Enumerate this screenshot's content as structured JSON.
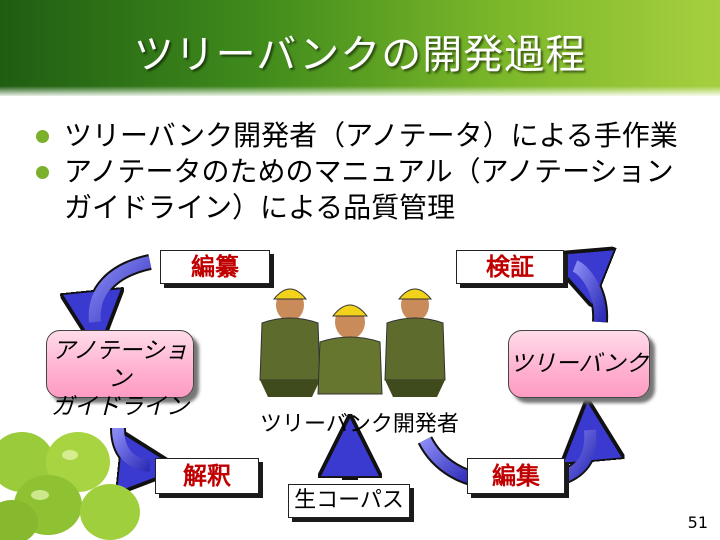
{
  "title": "ツリーバンクの開発過程",
  "bullets": [
    "ツリーバンク開発者（アノテータ）による手作業",
    "アノテータのためのマニュアル（アノテーション",
    "ガイドライン）による品質管理"
  ],
  "diagram": {
    "edit_top": "編纂",
    "verify": "検証",
    "guideline": [
      "アノテーション",
      "ガイドライン"
    ],
    "treebank": "ツリーバンク",
    "developers": "ツリーバンク開発者",
    "interpret": "解釈",
    "raw_corpus": "生コーパス",
    "edit_bottom": "編集"
  },
  "page_number": "51",
  "colors": {
    "accent": "#7bb02a",
    "label_red": "#c00000",
    "arrow_blue": "#4a4ad8",
    "pink": "#ffb0d0"
  }
}
